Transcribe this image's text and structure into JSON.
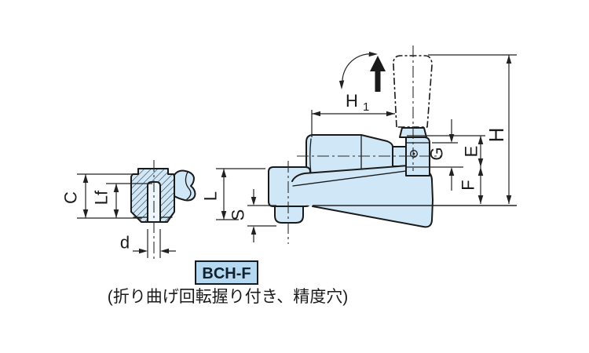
{
  "drawing": {
    "part_code": "BCH-F",
    "caption": "(折り曲げ回転握り付き、精度穴)",
    "dims": {
      "c": "C",
      "lf": "Lf",
      "d": "d",
      "l": "L",
      "s": "S",
      "h1_main": "H",
      "h1_sub": "1",
      "g": "G",
      "e": "E",
      "f": "F",
      "h": "H"
    },
    "colors": {
      "part_fill": "#cfe7f6",
      "slot_fill": "#eef6fc",
      "outline": "#1a1a1a",
      "dim_line": "#222222",
      "centerline": "#2a2a2a",
      "text": "#1a1a1a",
      "label_box_fill": "#b5d9f0",
      "label_text": "#10202c"
    }
  }
}
